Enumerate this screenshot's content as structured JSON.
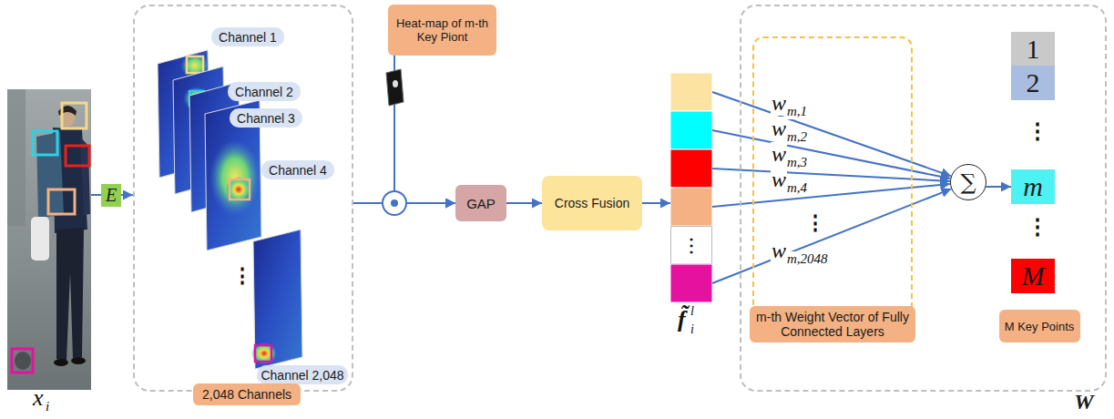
{
  "diagram": {
    "nodes": [
      {
        "text": [
          "E"
        ]
      },
      {
        "text": [
          "2,048 Channels"
        ]
      },
      {
        "text": [
          "Channel 1"
        ],
        "in": 1
      },
      {
        "text": [
          "Channel 2"
        ],
        "in": 1
      },
      {
        "text": [
          "Channel 3"
        ],
        "in": 1
      },
      {
        "text": [
          "Channel 4"
        ],
        "in": 1
      },
      {
        "text": [
          "Channel 2,048"
        ],
        "in": 1
      },
      {
        "text": [
          "Heat-map of m-th Key Piont"
        ]
      },
      {
        "text": [
          "GAP"
        ]
      },
      {
        "text": [
          "Cross Fusion"
        ]
      },
      {
        "text": [
          "⋮"
        ]
      },
      {
        "text": [
          "W"
        ]
      },
      {
        "text": [
          "m-th Weight Vector of Fully Connected Layers"
        ],
        "in": 11
      },
      {
        "text": [
          "∑"
        ],
        "in": 11
      },
      {
        "text": [
          "1"
        ],
        "in": 11
      },
      {
        "text": [
          "2"
        ],
        "in": 11
      },
      {
        "text": [
          "m"
        ],
        "in": 11
      },
      {
        "text": [
          "M"
        ],
        "in": 11
      },
      {
        "text": [
          "M Key Points"
        ],
        "in": 11
      }
    ],
    "edges": [
      {
        "from": 0,
        "to": 1,
        "arrow": "to"
      },
      {
        "from": 1,
        "to": 8,
        "arrow": "to"
      },
      {
        "from": 7,
        "to": 8,
        "arrow": "to"
      },
      {
        "from": 8,
        "to": 9,
        "arrow": "to"
      },
      {
        "from": 9,
        "to": 10,
        "arrow": "to"
      },
      {
        "from": 10,
        "to": 13,
        "arrow": "to"
      },
      {
        "from": 10,
        "to": 13,
        "arrow": "to"
      },
      {
        "from": 10,
        "to": 13,
        "arrow": "to"
      },
      {
        "from": 10,
        "to": 13,
        "arrow": "to"
      },
      {
        "from": 10,
        "to": 13,
        "arrow": "to"
      },
      {
        "from": 13,
        "to": 16,
        "arrow": "to"
      }
    ],
    "labels": [
      "x",
      "i",
      "⋮",
      "f̃",
      "l",
      "i",
      "w",
      "m,1",
      "w",
      "m,2",
      "w",
      "m,3",
      "w",
      "m,4",
      "⋮",
      "w",
      "m,2048",
      "⋮",
      "⋮"
    ]
  }
}
